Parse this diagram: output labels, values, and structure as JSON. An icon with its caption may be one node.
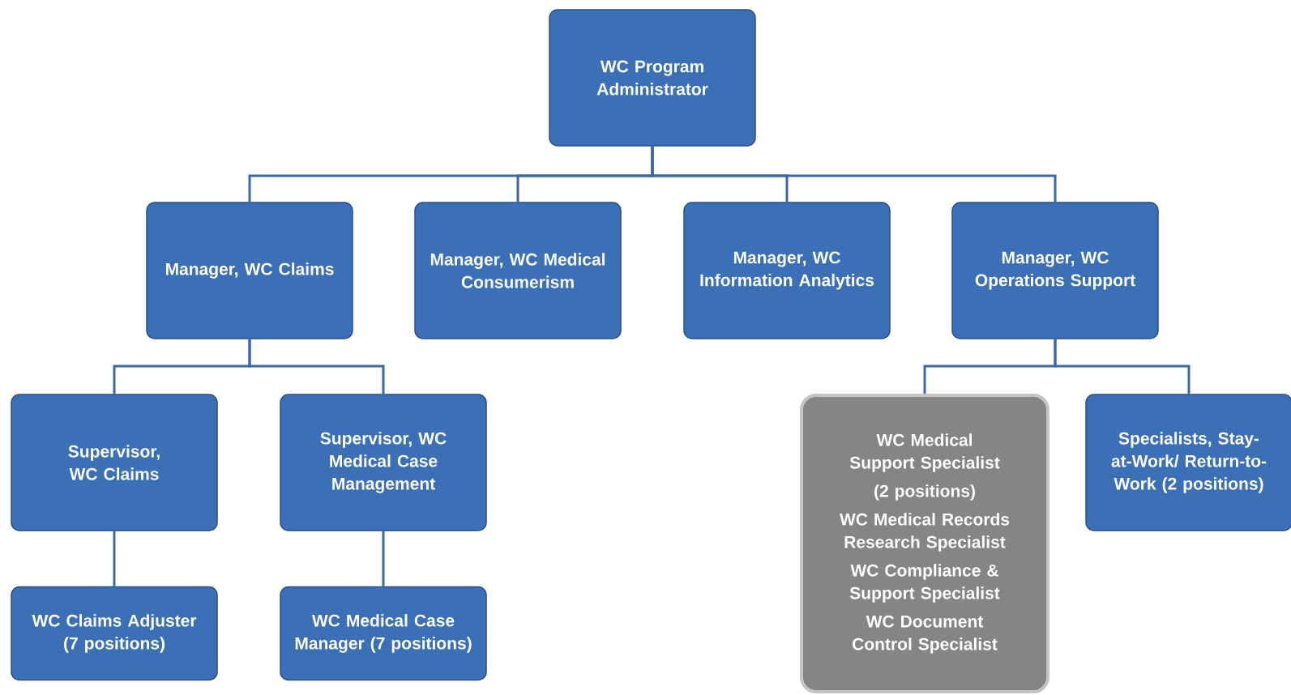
{
  "diagram": {
    "nodes": [
      {
        "text": [
          "WC Program Administrator"
        ]
      },
      {
        "text": [
          "Manager, WC Claims"
        ]
      },
      {
        "text": [
          "Manager, WC Medical Consumerism"
        ]
      },
      {
        "text": [
          "Manager, WC Information Analytics"
        ]
      },
      {
        "text": [
          "Manager, WC Operations Support"
        ]
      },
      {
        "text": [
          "Supervisor, WC Claims"
        ]
      },
      {
        "text": [
          "Supervisor, WC Medical Case Management"
        ]
      },
      {
        "text": [
          "WC Claims Adjuster (7 positions)"
        ]
      },
      {
        "text": [
          "WC Medical Case Manager (7 positions)"
        ]
      },
      {
        "text": [
          "WC Medical Support Specialist",
          "(2 positions)",
          "WC Medical Records Research Specialist",
          "WC Compliance & Support Specialist",
          "WC Document Control Specialist"
        ]
      },
      {
        "text": [
          "Specialists, Stay-at-Work/ Return-to-Work (2 positions)"
        ]
      }
    ],
    "edges": [
      {
        "from": 0,
        "to": 1,
        "arrow": "none"
      },
      {
        "from": 0,
        "to": 2,
        "arrow": "none"
      },
      {
        "from": 0,
        "to": 3,
        "arrow": "none"
      },
      {
        "from": 0,
        "to": 4,
        "arrow": "none"
      },
      {
        "from": 1,
        "to": 5,
        "arrow": "none"
      },
      {
        "from": 1,
        "to": 6,
        "arrow": "none"
      },
      {
        "from": 5,
        "to": 7,
        "arrow": "none"
      },
      {
        "from": 6,
        "to": 8,
        "arrow": "none"
      },
      {
        "from": 4,
        "to": 9,
        "arrow": "none"
      },
      {
        "from": 4,
        "to": 10,
        "arrow": "none"
      }
    ]
  }
}
